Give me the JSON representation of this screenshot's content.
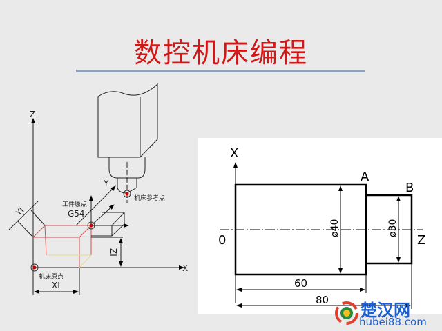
{
  "slide": {
    "title": "数控机床编程",
    "title_color": "#d01818",
    "rule_color": "#8fa0b8"
  },
  "left_diagram": {
    "axis_z": "Z",
    "axis_x": "X",
    "axis_y": "Y",
    "dim_x": "XI",
    "dim_y": "YI",
    "dim_z": "ZI",
    "machine_origin": "机床原点",
    "workpiece_origin": "工件原点",
    "workpiece_code": "G54",
    "machine_reference": "机床参考点"
  },
  "right_diagram": {
    "axis_x": "X",
    "axis_z": "Z",
    "origin": "0",
    "point_a": "A",
    "point_b": "B",
    "dia_large": "ø40",
    "dia_small": "ø30",
    "len_60": "60",
    "len_80": "80"
  },
  "watermark": {
    "name": "楚汉网",
    "url": "hubei88.com"
  }
}
